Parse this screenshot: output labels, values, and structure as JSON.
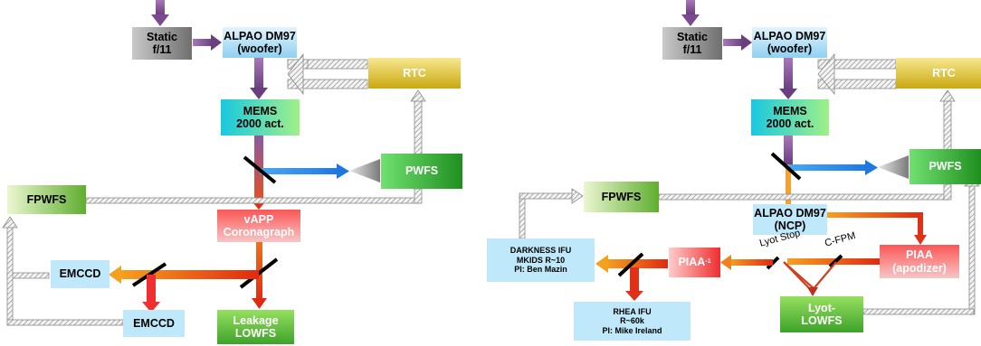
{
  "left": {
    "static": "Static\nf/11",
    "dm97": "ALPAO DM97\n(woofer)",
    "rtc": "RTC",
    "mems": "MEMS\n2000 act.",
    "pwfs": "PWFS",
    "fpwfs": "FPWFS",
    "vapp": "vAPP\nCoronagraph",
    "emccd1": "EMCCD",
    "emccd2": "EMCCD",
    "leakage": "Leakage\nLOWFS"
  },
  "right": {
    "static": "Static\nf/11",
    "dm97": "ALPAO DM97\n(woofer)",
    "rtc": "RTC",
    "mems": "MEMS\n2000 act.",
    "pwfs": "PWFS",
    "fpwfs": "FPWFS",
    "dm97_ncp": "ALPAO DM97\n(NCP)",
    "darkness": "DARKNESS IFU\nMKIDS R~10\nPI: Ben Mazin",
    "piaa_inv": "PIAA",
    "piaa_inv_sup": "-1",
    "piaa": "PIAA\n(apodizer)",
    "lyot_stop": "Lyot Stop",
    "cfpm": "C-FPM",
    "rhea": "RHEA IFU\nR~60k\nPI: Mike Ireland",
    "lyot_lowfs": "Lyot-\nLOWFS"
  }
}
